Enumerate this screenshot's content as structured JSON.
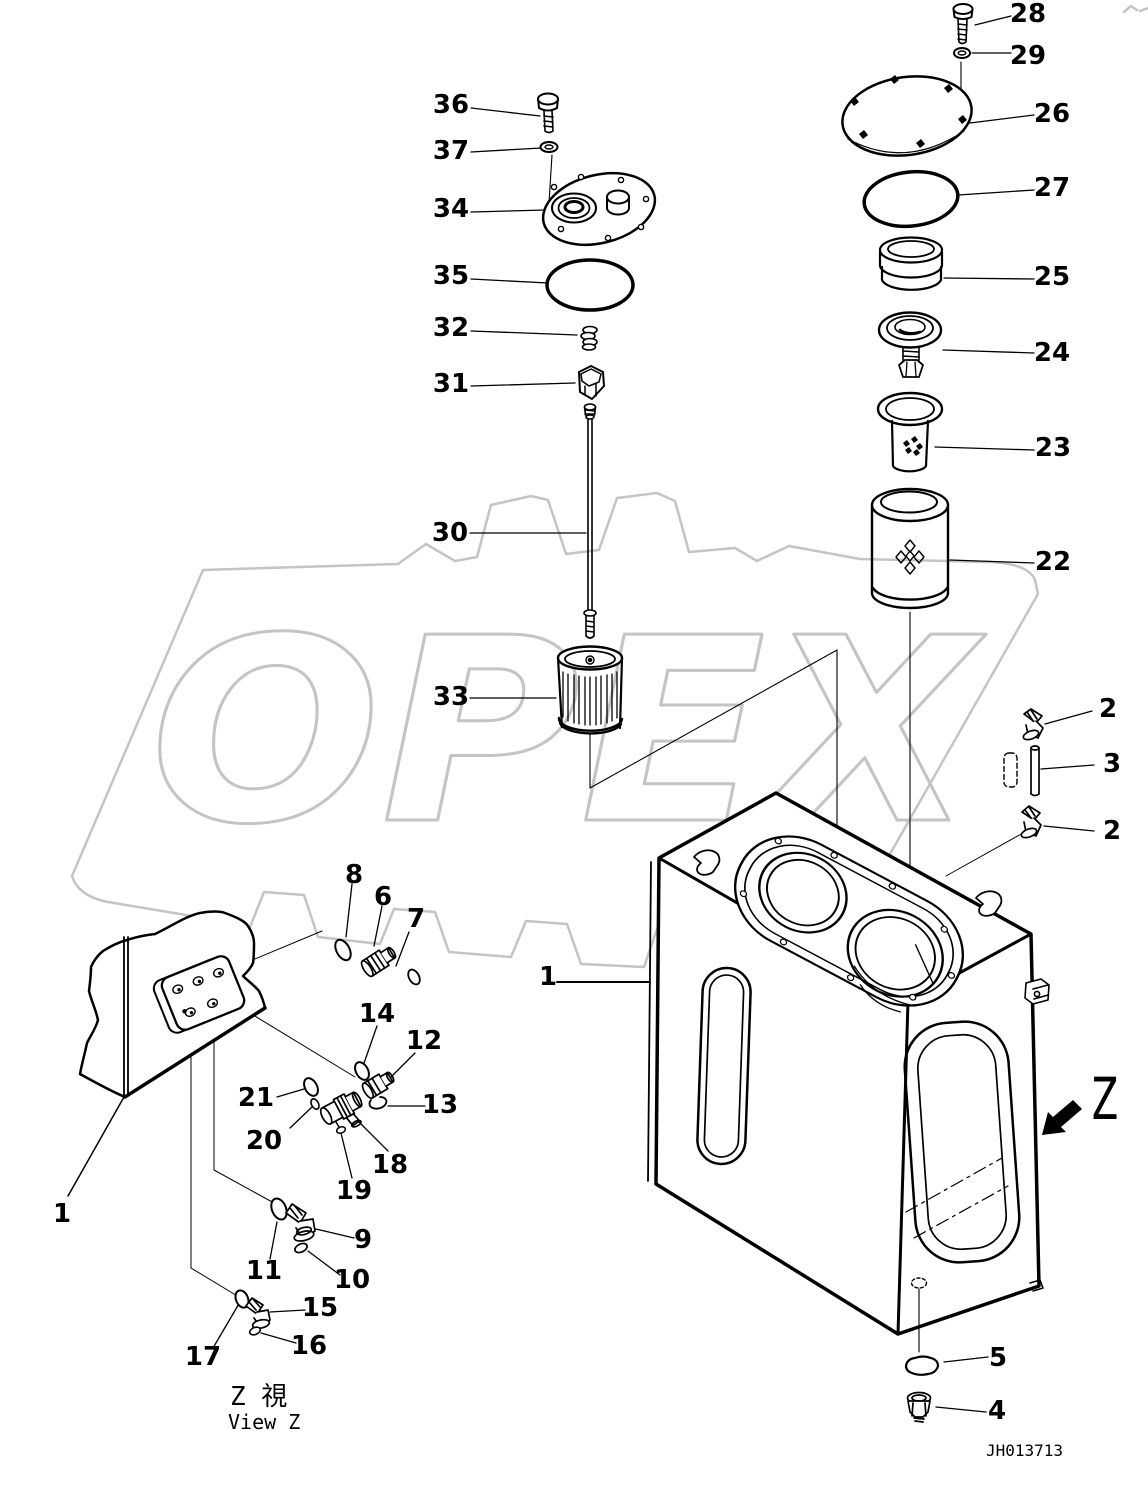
{
  "watermark": {
    "text": "OPEX",
    "color": "#c4c4c4"
  },
  "colors": {
    "line": "#000000",
    "background": "#ffffff",
    "watermark": "#c4c4c4"
  },
  "annotations": {
    "view_label_cjk": "Z  視",
    "view_label_en": "View Z",
    "view_marker": "Z",
    "drawing_number": "JH013713"
  },
  "callouts": {
    "n1": "1",
    "n2": "2",
    "n3": "3",
    "n4": "4",
    "n5": "5",
    "n6": "6",
    "n7": "7",
    "n8": "8",
    "n9": "9",
    "n10": "10",
    "n11": "11",
    "n12": "12",
    "n13": "13",
    "n14": "14",
    "n15": "15",
    "n16": "16",
    "n17": "17",
    "n18": "18",
    "n19": "19",
    "n20": "20",
    "n21": "21",
    "n22": "22",
    "n23": "23",
    "n24": "24",
    "n25": "25",
    "n26": "26",
    "n27": "27",
    "n28": "28",
    "n29": "29",
    "n30": "30",
    "n31": "31",
    "n32": "32",
    "n33": "33",
    "n34": "34",
    "n35": "35",
    "n36": "36",
    "n37": "37"
  }
}
